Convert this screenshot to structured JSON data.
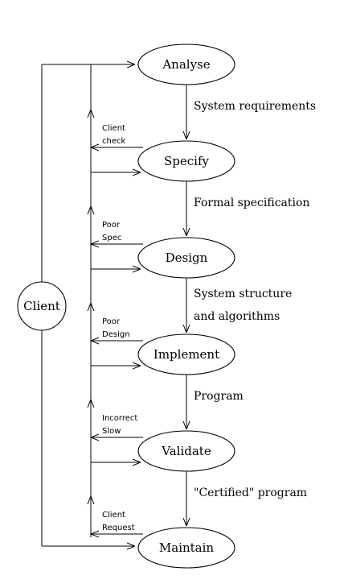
{
  "diagram": {
    "client": "Client",
    "stages": [
      "Analyse",
      "Specify",
      "Design",
      "Implement",
      "Validate",
      "Maintain"
    ],
    "edges": [
      [
        "System requirements"
      ],
      [
        "Formal specification"
      ],
      [
        "System structure",
        "and algorithms"
      ],
      [
        "Program"
      ],
      [
        "\"Certified\" program"
      ]
    ],
    "feedback": [
      [
        "Client",
        "check"
      ],
      [
        "Poor",
        "Spec"
      ],
      [
        "Poor",
        "Design"
      ],
      [
        "Incorrect",
        "Slow"
      ],
      [
        "Client",
        "Request"
      ]
    ]
  }
}
